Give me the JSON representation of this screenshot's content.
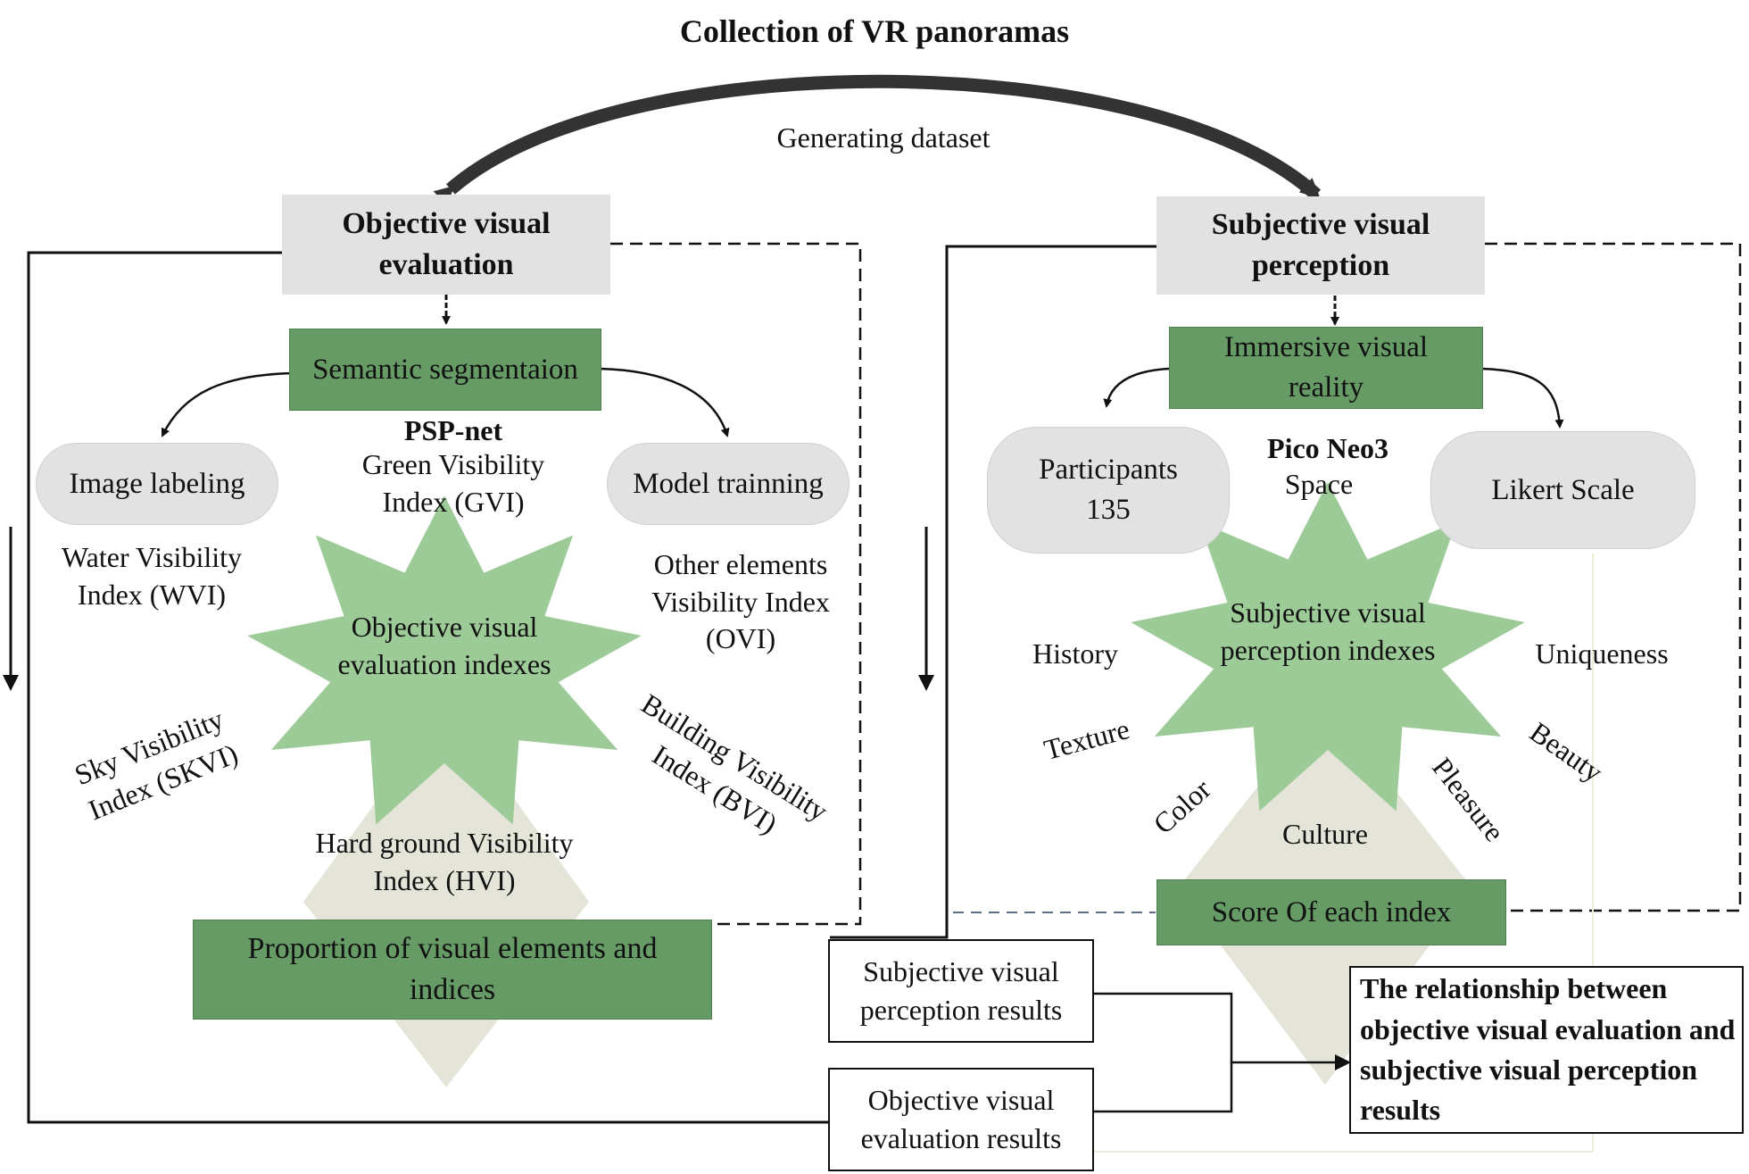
{
  "title": "Collection of VR panoramas",
  "generating_dataset": "Generating dataset",
  "objective": {
    "header": "Objective visual evaluation",
    "segmentation": "Semantic segmentaion",
    "image_labeling": "Image labeling",
    "model_training": "Model trainning",
    "psp_net": "PSP-net",
    "gvi": "Green Visibility Index (GVI)",
    "wvi": "Water Visibility Index (WVI)",
    "ovi": "Other elements Visibility Index (OVI)",
    "center": "Objective visual evaluation indexes",
    "skvi": "Sky Visibility Index (SKVI)",
    "bvi": "Building Visibility Index (BVI)",
    "hvi": "Hard ground Visibility Index (HVI)",
    "proportion": "Proportion of visual elements and indices"
  },
  "subjective": {
    "header": "Subjective visual perception",
    "immersive": "Immersive visual reality",
    "participants": "Participants 135",
    "pico": "Pico Neo3",
    "space": "Space",
    "likert": "Likert Scale",
    "center": "Subjective visual perception indexes",
    "history": "History",
    "uniqueness": "Uniqueness",
    "texture": "Texture",
    "beauty": "Beauty",
    "color": "Color",
    "pleasure": "Pleasure",
    "culture": "Culture",
    "score": "Score Of each index"
  },
  "results": {
    "subjective": "Subjective visual perception results",
    "objective": "Objective visual evaluation results",
    "relationship": "The relationship between objective visual evaluation and subjective visual perception results"
  },
  "colors": {
    "dark_green": "#669b66",
    "light_green": "#9dcb98",
    "grey_box": "#e2e2e2",
    "beige_diamond": "#e4e4d9"
  }
}
